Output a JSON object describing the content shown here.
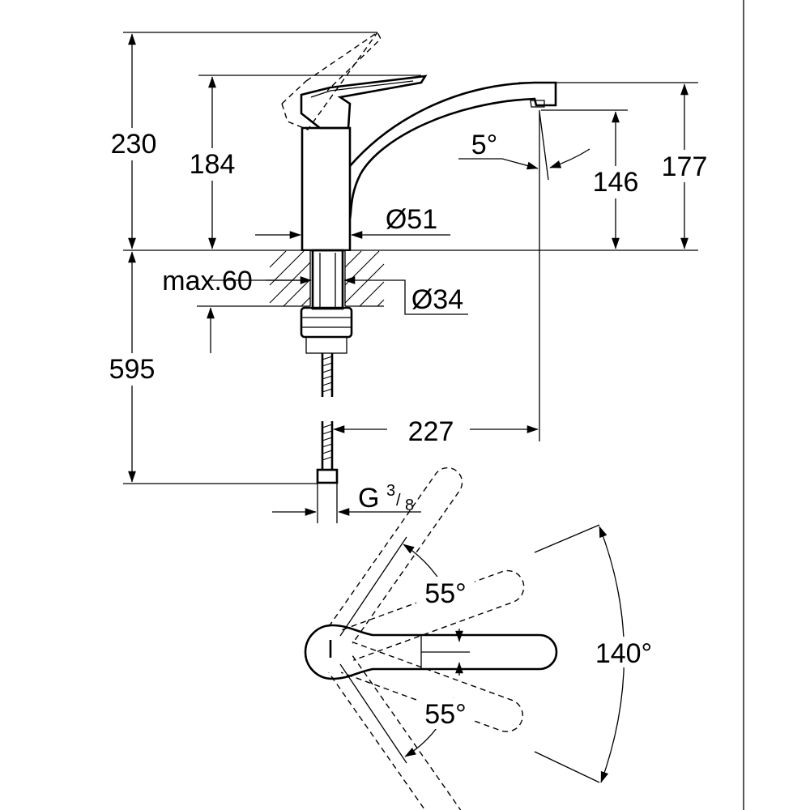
{
  "side_view": {
    "height_total": "230",
    "height_body": "184",
    "body_diameter": "Ø51",
    "spout_angle": "5°",
    "spout_outlet_height": "146",
    "spout_top_height": "177",
    "max_deck_thickness": "max.60",
    "hole_diameter": "Ø34",
    "hose_length": "595",
    "reach": "227",
    "connection_prefix": "G",
    "connection_numerator": "3",
    "connection_slash": "/",
    "connection_denominator": "8"
  },
  "top_view": {
    "angle_upper": "55°",
    "angle_lower": "55°",
    "angle_total": "140°"
  }
}
